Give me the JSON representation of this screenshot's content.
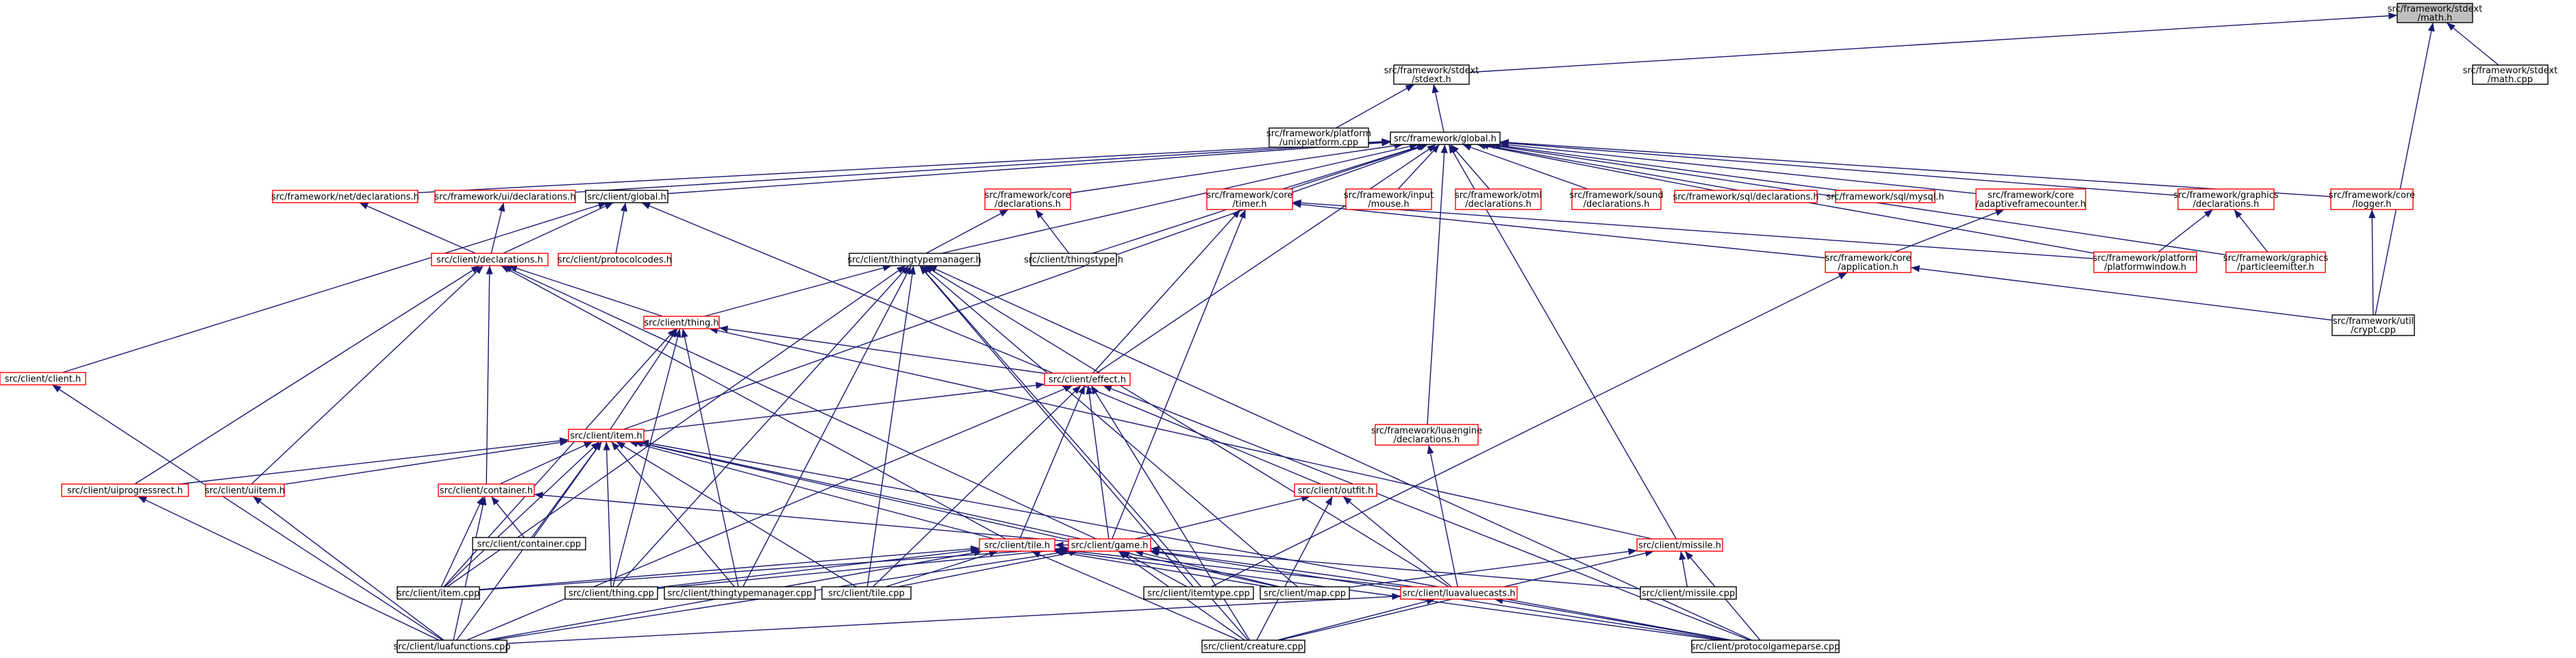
{
  "graph": {
    "title": "",
    "colors": {
      "edge": "#191970",
      "root_fill": "#bfbfbf",
      "red_border": "#ff0000",
      "black_border": "#000000"
    },
    "nodes": [
      {
        "id": "stdext_math_h",
        "lines": [
          "src/framework/stdext",
          "/math.h"
        ],
        "style": "root"
      },
      {
        "id": "stdext_stdext_h",
        "lines": [
          "src/framework/stdext",
          "/stdext.h"
        ],
        "style": "black"
      },
      {
        "id": "stdext_math_cpp",
        "lines": [
          "src/framework/stdext",
          "/math.cpp"
        ],
        "style": "black"
      },
      {
        "id": "unixplatform_cpp",
        "lines": [
          "src/framework/platform",
          "/unixplatform.cpp"
        ],
        "style": "black"
      },
      {
        "id": "global_h",
        "lines": [
          "src/framework/global.h"
        ],
        "style": "black"
      },
      {
        "id": "net_declarations_h",
        "lines": [
          "src/framework/net/declarations.h"
        ],
        "style": "red"
      },
      {
        "id": "ui_declarations_h",
        "lines": [
          "src/framework/ui/declarations.h"
        ],
        "style": "red"
      },
      {
        "id": "client_global_h",
        "lines": [
          "src/client/global.h"
        ],
        "style": "black"
      },
      {
        "id": "core_declarations_h",
        "lines": [
          "src/framework/core",
          "/declarations.h"
        ],
        "style": "red"
      },
      {
        "id": "core_timer_h",
        "lines": [
          "src/framework/core",
          "/timer.h"
        ],
        "style": "red"
      },
      {
        "id": "input_mouse_h",
        "lines": [
          "src/framework/input",
          "/mouse.h"
        ],
        "style": "red"
      },
      {
        "id": "otml_declarations_h",
        "lines": [
          "src/framework/otml",
          "/declarations.h"
        ],
        "style": "red"
      },
      {
        "id": "sound_declarations_h",
        "lines": [
          "src/framework/sound",
          "/declarations.h"
        ],
        "style": "red"
      },
      {
        "id": "sql_declarations_h",
        "lines": [
          "src/framework/sql/declarations.h"
        ],
        "style": "red"
      },
      {
        "id": "sql_mysql_h",
        "lines": [
          "src/framework/sql/mysql.h"
        ],
        "style": "red"
      },
      {
        "id": "adaptiveframecounter_h",
        "lines": [
          "src/framework/core",
          "/adaptiveframecounter.h"
        ],
        "style": "red"
      },
      {
        "id": "graphics_declarations_h",
        "lines": [
          "src/framework/graphics",
          "/declarations.h"
        ],
        "style": "red"
      },
      {
        "id": "core_logger_h",
        "lines": [
          "src/framework/core",
          "/logger.h"
        ],
        "style": "red"
      },
      {
        "id": "client_declarations_h",
        "lines": [
          "src/client/declarations.h"
        ],
        "style": "red"
      },
      {
        "id": "protocolcodes_h",
        "lines": [
          "src/client/protocolcodes.h"
        ],
        "style": "red"
      },
      {
        "id": "thingstype_h",
        "lines": [
          "src/client/thingstype.h"
        ],
        "style": "black"
      },
      {
        "id": "thingtypemanager_h",
        "lines": [
          "src/client/thingtypemanager.h"
        ],
        "style": "black"
      },
      {
        "id": "core_application_h",
        "lines": [
          "src/framework/core",
          "/application.h"
        ],
        "style": "red"
      },
      {
        "id": "platformwindow_h",
        "lines": [
          "src/framework/platform",
          "/platformwindow.h"
        ],
        "style": "red"
      },
      {
        "id": "particleemitter_h",
        "lines": [
          "src/framework/graphics",
          "/particleemitter.h"
        ],
        "style": "red"
      },
      {
        "id": "util_crypt_cpp",
        "lines": [
          "src/framework/util",
          "/crypt.cpp"
        ],
        "style": "black"
      },
      {
        "id": "client_client_h",
        "lines": [
          "src/client/client.h"
        ],
        "style": "red"
      },
      {
        "id": "client_thing_h",
        "lines": [
          "src/client/thing.h"
        ],
        "style": "red"
      },
      {
        "id": "client_effect_h",
        "lines": [
          "src/client/effect.h"
        ],
        "style": "red"
      },
      {
        "id": "luaengine_declarations_h",
        "lines": [
          "src/framework/luaengine",
          "/declarations.h"
        ],
        "style": "red"
      },
      {
        "id": "client_item_h",
        "lines": [
          "src/client/item.h"
        ],
        "style": "red"
      },
      {
        "id": "uiprogressrect_h",
        "lines": [
          "src/client/uiprogressrect.h"
        ],
        "style": "red"
      },
      {
        "id": "uiitem_h",
        "lines": [
          "src/client/uiitem.h"
        ],
        "style": "red"
      },
      {
        "id": "container_h",
        "lines": [
          "src/client/container.h"
        ],
        "style": "red"
      },
      {
        "id": "outfit_h",
        "lines": [
          "src/client/outfit.h"
        ],
        "style": "red"
      },
      {
        "id": "missile_h",
        "lines": [
          "src/client/missile.h"
        ],
        "style": "red"
      },
      {
        "id": "container_cpp",
        "lines": [
          "src/client/container.cpp"
        ],
        "style": "black"
      },
      {
        "id": "tile_h",
        "lines": [
          "src/client/tile.h"
        ],
        "style": "red"
      },
      {
        "id": "game_h",
        "lines": [
          "src/client/game.h"
        ],
        "style": "red"
      },
      {
        "id": "item_cpp",
        "lines": [
          "src/client/item.cpp"
        ],
        "style": "black"
      },
      {
        "id": "thing_cpp",
        "lines": [
          "src/client/thing.cpp"
        ],
        "style": "black"
      },
      {
        "id": "thingtypemanager_cpp",
        "lines": [
          "src/client/thingtypemanager.cpp"
        ],
        "style": "black"
      },
      {
        "id": "tile_cpp",
        "lines": [
          "src/client/tile.cpp"
        ],
        "style": "black"
      },
      {
        "id": "itemtype_cpp",
        "lines": [
          "src/client/itemtype.cpp"
        ],
        "style": "black"
      },
      {
        "id": "map_cpp",
        "lines": [
          "src/client/map.cpp"
        ],
        "style": "black"
      },
      {
        "id": "luavaluecasts_h",
        "lines": [
          "src/client/luavaluecasts.h"
        ],
        "style": "red"
      },
      {
        "id": "missile_cpp",
        "lines": [
          "src/client/missile.cpp"
        ],
        "style": "black"
      },
      {
        "id": "luafunctions_cpp",
        "lines": [
          "src/client/luafunctions.cpp"
        ],
        "style": "black"
      },
      {
        "id": "creature_cpp",
        "lines": [
          "src/client/creature.cpp"
        ],
        "style": "black"
      },
      {
        "id": "protocolgameparse_cpp",
        "lines": [
          "src/client/protocolgameparse.cpp"
        ],
        "style": "black"
      }
    ],
    "edges": [
      [
        "stdext_stdext_h",
        "stdext_math_h"
      ],
      [
        "stdext_math_cpp",
        "stdext_math_h"
      ],
      [
        "util_crypt_cpp",
        "stdext_math_h"
      ],
      [
        "global_h",
        "stdext_stdext_h"
      ],
      [
        "unixplatform_cpp",
        "stdext_stdext_h"
      ],
      [
        "net_declarations_h",
        "global_h"
      ],
      [
        "ui_declarations_h",
        "global_h"
      ],
      [
        "client_global_h",
        "global_h"
      ],
      [
        "core_declarations_h",
        "global_h"
      ],
      [
        "core_timer_h",
        "global_h"
      ],
      [
        "input_mouse_h",
        "global_h"
      ],
      [
        "otml_declarations_h",
        "global_h"
      ],
      [
        "sound_declarations_h",
        "global_h"
      ],
      [
        "sql_declarations_h",
        "global_h"
      ],
      [
        "sql_mysql_h",
        "global_h"
      ],
      [
        "adaptiveframecounter_h",
        "global_h"
      ],
      [
        "graphics_declarations_h",
        "global_h"
      ],
      [
        "core_logger_h",
        "global_h"
      ],
      [
        "thingstype_h",
        "global_h"
      ],
      [
        "thingtypemanager_h",
        "global_h"
      ],
      [
        "platformwindow_h",
        "global_h"
      ],
      [
        "particleemitter_h",
        "global_h"
      ],
      [
        "client_effect_h",
        "global_h"
      ],
      [
        "client_item_h",
        "global_h"
      ],
      [
        "luaengine_declarations_h",
        "global_h"
      ],
      [
        "missile_h",
        "global_h"
      ],
      [
        "client_declarations_h",
        "net_declarations_h"
      ],
      [
        "client_declarations_h",
        "ui_declarations_h"
      ],
      [
        "client_declarations_h",
        "client_global_h"
      ],
      [
        "protocolcodes_h",
        "client_global_h"
      ],
      [
        "client_client_h",
        "client_global_h"
      ],
      [
        "outfit_h",
        "client_global_h"
      ],
      [
        "thingtypemanager_h",
        "core_declarations_h"
      ],
      [
        "thingstype_h",
        "core_declarations_h"
      ],
      [
        "core_application_h",
        "core_timer_h"
      ],
      [
        "platformwindow_h",
        "core_timer_h"
      ],
      [
        "client_effect_h",
        "core_timer_h"
      ],
      [
        "game_h",
        "core_timer_h"
      ],
      [
        "core_application_h",
        "adaptiveframecounter_h"
      ],
      [
        "platformwindow_h",
        "graphics_declarations_h"
      ],
      [
        "particleemitter_h",
        "graphics_declarations_h"
      ],
      [
        "util_crypt_cpp",
        "core_logger_h"
      ],
      [
        "util_crypt_cpp",
        "core_application_h"
      ],
      [
        "client_thing_h",
        "client_declarations_h"
      ],
      [
        "uiprogressrect_h",
        "client_declarations_h"
      ],
      [
        "uiitem_h",
        "client_declarations_h"
      ],
      [
        "container_h",
        "client_declarations_h"
      ],
      [
        "tile_h",
        "client_declarations_h"
      ],
      [
        "game_h",
        "client_declarations_h"
      ],
      [
        "client_thing_h",
        "thingtypemanager_h"
      ],
      [
        "item_cpp",
        "thingtypemanager_h"
      ],
      [
        "thing_cpp",
        "thingtypemanager_h"
      ],
      [
        "thingtypemanager_cpp",
        "thingtypemanager_h"
      ],
      [
        "tile_cpp",
        "thingtypemanager_h"
      ],
      [
        "itemtype_cpp",
        "thingtypemanager_h"
      ],
      [
        "map_cpp",
        "thingtypemanager_h"
      ],
      [
        "luavaluecasts_h",
        "thingtypemanager_h"
      ],
      [
        "creature_cpp",
        "thingtypemanager_h"
      ],
      [
        "protocolgameparse_cpp",
        "thingtypemanager_h"
      ],
      [
        "client_effect_h",
        "client_thing_h"
      ],
      [
        "client_item_h",
        "client_thing_h"
      ],
      [
        "missile_h",
        "client_thing_h"
      ],
      [
        "item_cpp",
        "client_thing_h"
      ],
      [
        "thing_cpp",
        "client_thing_h"
      ],
      [
        "thingtypemanager_cpp",
        "client_thing_h"
      ],
      [
        "luafunctions_cpp",
        "client_client_h"
      ],
      [
        "tile_h",
        "client_effect_h"
      ],
      [
        "game_h",
        "client_effect_h"
      ],
      [
        "client_item_h",
        "client_effect_h"
      ],
      [
        "tile_cpp",
        "client_effect_h"
      ],
      [
        "luafunctions_cpp",
        "client_effect_h"
      ],
      [
        "creature_cpp",
        "client_effect_h"
      ],
      [
        "protocolgameparse_cpp",
        "client_effect_h"
      ],
      [
        "luavaluecasts_h",
        "luaengine_declarations_h"
      ],
      [
        "uiprogressrect_h",
        "client_item_h"
      ],
      [
        "uiitem_h",
        "client_item_h"
      ],
      [
        "container_h",
        "client_item_h"
      ],
      [
        "tile_h",
        "client_item_h"
      ],
      [
        "game_h",
        "client_item_h"
      ],
      [
        "item_cpp",
        "client_item_h"
      ],
      [
        "thing_cpp",
        "client_item_h"
      ],
      [
        "thingtypemanager_cpp",
        "client_item_h"
      ],
      [
        "tile_cpp",
        "client_item_h"
      ],
      [
        "container_cpp",
        "client_item_h"
      ],
      [
        "map_cpp",
        "client_item_h"
      ],
      [
        "luafunctions_cpp",
        "client_item_h"
      ],
      [
        "protocolgameparse_cpp",
        "client_item_h"
      ],
      [
        "luafunctions_cpp",
        "uiprogressrect_h"
      ],
      [
        "luafunctions_cpp",
        "uiitem_h"
      ],
      [
        "container_cpp",
        "container_h"
      ],
      [
        "item_cpp",
        "container_h"
      ],
      [
        "game_h",
        "container_h"
      ],
      [
        "luafunctions_cpp",
        "container_h"
      ],
      [
        "game_h",
        "outfit_h"
      ],
      [
        "luavaluecasts_h",
        "outfit_h"
      ],
      [
        "creature_cpp",
        "outfit_h"
      ],
      [
        "missile_cpp",
        "missile_h"
      ],
      [
        "creature_cpp",
        "missile_h"
      ],
      [
        "map_cpp",
        "missile_h"
      ],
      [
        "protocolgameparse_cpp",
        "missile_h"
      ],
      [
        "game_h",
        "tile_h"
      ],
      [
        "item_cpp",
        "tile_h"
      ],
      [
        "thing_cpp",
        "tile_h"
      ],
      [
        "tile_cpp",
        "tile_h"
      ],
      [
        "map_cpp",
        "tile_h"
      ],
      [
        "luafunctions_cpp",
        "tile_h"
      ],
      [
        "creature_cpp",
        "tile_h"
      ],
      [
        "protocolgameparse_cpp",
        "tile_h"
      ],
      [
        "luavaluecasts_h",
        "tile_h"
      ],
      [
        "item_cpp",
        "game_h"
      ],
      [
        "thing_cpp",
        "game_h"
      ],
      [
        "tile_cpp",
        "game_h"
      ],
      [
        "itemtype_cpp",
        "game_h"
      ],
      [
        "map_cpp",
        "game_h"
      ],
      [
        "luavaluecasts_h",
        "game_h"
      ],
      [
        "missile_cpp",
        "game_h"
      ],
      [
        "luafunctions_cpp",
        "game_h"
      ],
      [
        "creature_cpp",
        "game_h"
      ],
      [
        "protocolgameparse_cpp",
        "game_h"
      ],
      [
        "luafunctions_cpp",
        "luavaluecasts_h"
      ],
      [
        "creature_cpp",
        "luavaluecasts_h"
      ],
      [
        "protocolgameparse_cpp",
        "luavaluecasts_h"
      ],
      [
        "itemtype_cpp",
        "core_application_h"
      ]
    ]
  }
}
